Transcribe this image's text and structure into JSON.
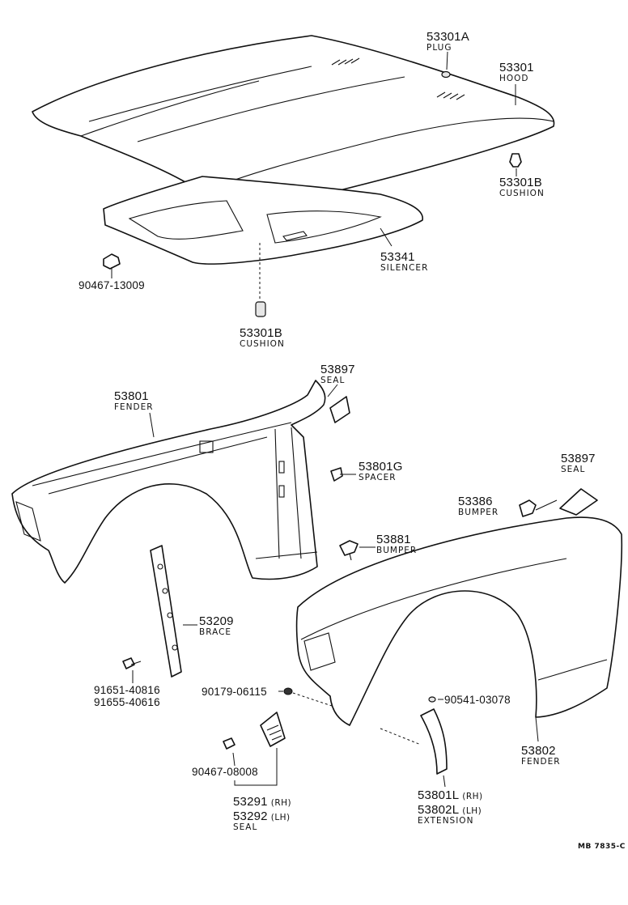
{
  "labels": {
    "plug": {
      "number": "53301A",
      "name": "PLUG"
    },
    "hood": {
      "number": "53301",
      "name": "HOOD"
    },
    "cushion_right": {
      "number": "53301B",
      "name": "CUSHION"
    },
    "silencer": {
      "number": "53341",
      "name": "SILENCER"
    },
    "clip_hood": {
      "number": "90467-13009"
    },
    "cushion_center": {
      "number": "53301B",
      "name": "CUSHION"
    },
    "seal_upper_left": {
      "number": "53897",
      "name": "SEAL"
    },
    "fender_left": {
      "number": "53801",
      "name": "FENDER"
    },
    "spacer": {
      "number": "53801G",
      "name": "SPACER"
    },
    "seal_upper_right": {
      "number": "53897",
      "name": "SEAL"
    },
    "bumper_right": {
      "number": "53386",
      "name": "BUMPER"
    },
    "bumper_center": {
      "number": "53881",
      "name": "BUMPER"
    },
    "brace": {
      "number": "53209",
      "name": "BRACE"
    },
    "bolt_1": {
      "number": "91651-40816"
    },
    "bolt_2": {
      "number": "91655-40616"
    },
    "screw_center": {
      "number": "90179-06115"
    },
    "screw_right": {
      "number": "90541-03078"
    },
    "fender_right": {
      "number": "53802",
      "name": "FENDER"
    },
    "clip_seal": {
      "number": "90467-08008"
    },
    "seal_rh": {
      "number": "53291",
      "side": "(RH)"
    },
    "seal_lh": {
      "number": "53292",
      "side": "(LH)",
      "name": "SEAL"
    },
    "extension_rh": {
      "number": "53801L",
      "side": "(RH)"
    },
    "extension_lh": {
      "number": "53802L",
      "side": "(LH)",
      "name": "EXTENSION"
    }
  },
  "reference_code": "MB 7835-C"
}
